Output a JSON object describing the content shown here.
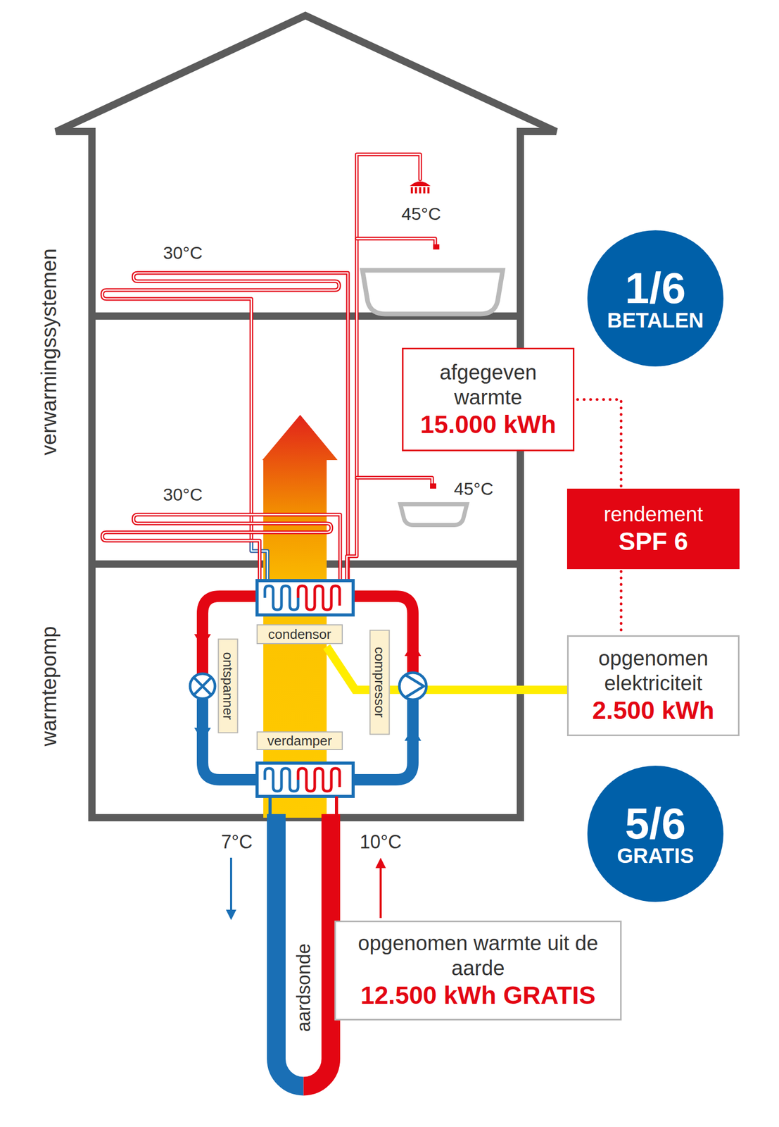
{
  "diagram": {
    "nodes": [
      {
        "text": [
          "1/6",
          "BETALEN"
        ]
      },
      {
        "text": [
          "afgegeven warmte",
          "15.000 kWh"
        ]
      },
      {
        "text": [
          "rendement",
          "SPF 6"
        ]
      },
      {
        "text": [
          "condensor"
        ]
      },
      {
        "text": [
          "ontspanner"
        ]
      },
      {
        "text": [
          "compressor"
        ]
      },
      {
        "text": [
          "opgenomen elektriciteit",
          "2.500 kWh"
        ]
      },
      {
        "text": [
          "verdamper"
        ]
      },
      {
        "text": [
          "5/6",
          "GRATIS"
        ]
      },
      {
        "text": [
          "opgenomen warmte uit de aarde",
          "12.500 kWh GRATIS"
        ]
      }
    ],
    "edges": [
      {
        "from": 1,
        "to": 2,
        "arrow": "none"
      },
      {
        "from": 2,
        "to": 6,
        "arrow": "none"
      }
    ],
    "labels": [
      "verwarmingssystemen",
      "30°C",
      "45°C",
      "30°C",
      "45°C",
      "warmtepomp",
      "7°C",
      "10°C",
      "aardsonde"
    ]
  }
}
